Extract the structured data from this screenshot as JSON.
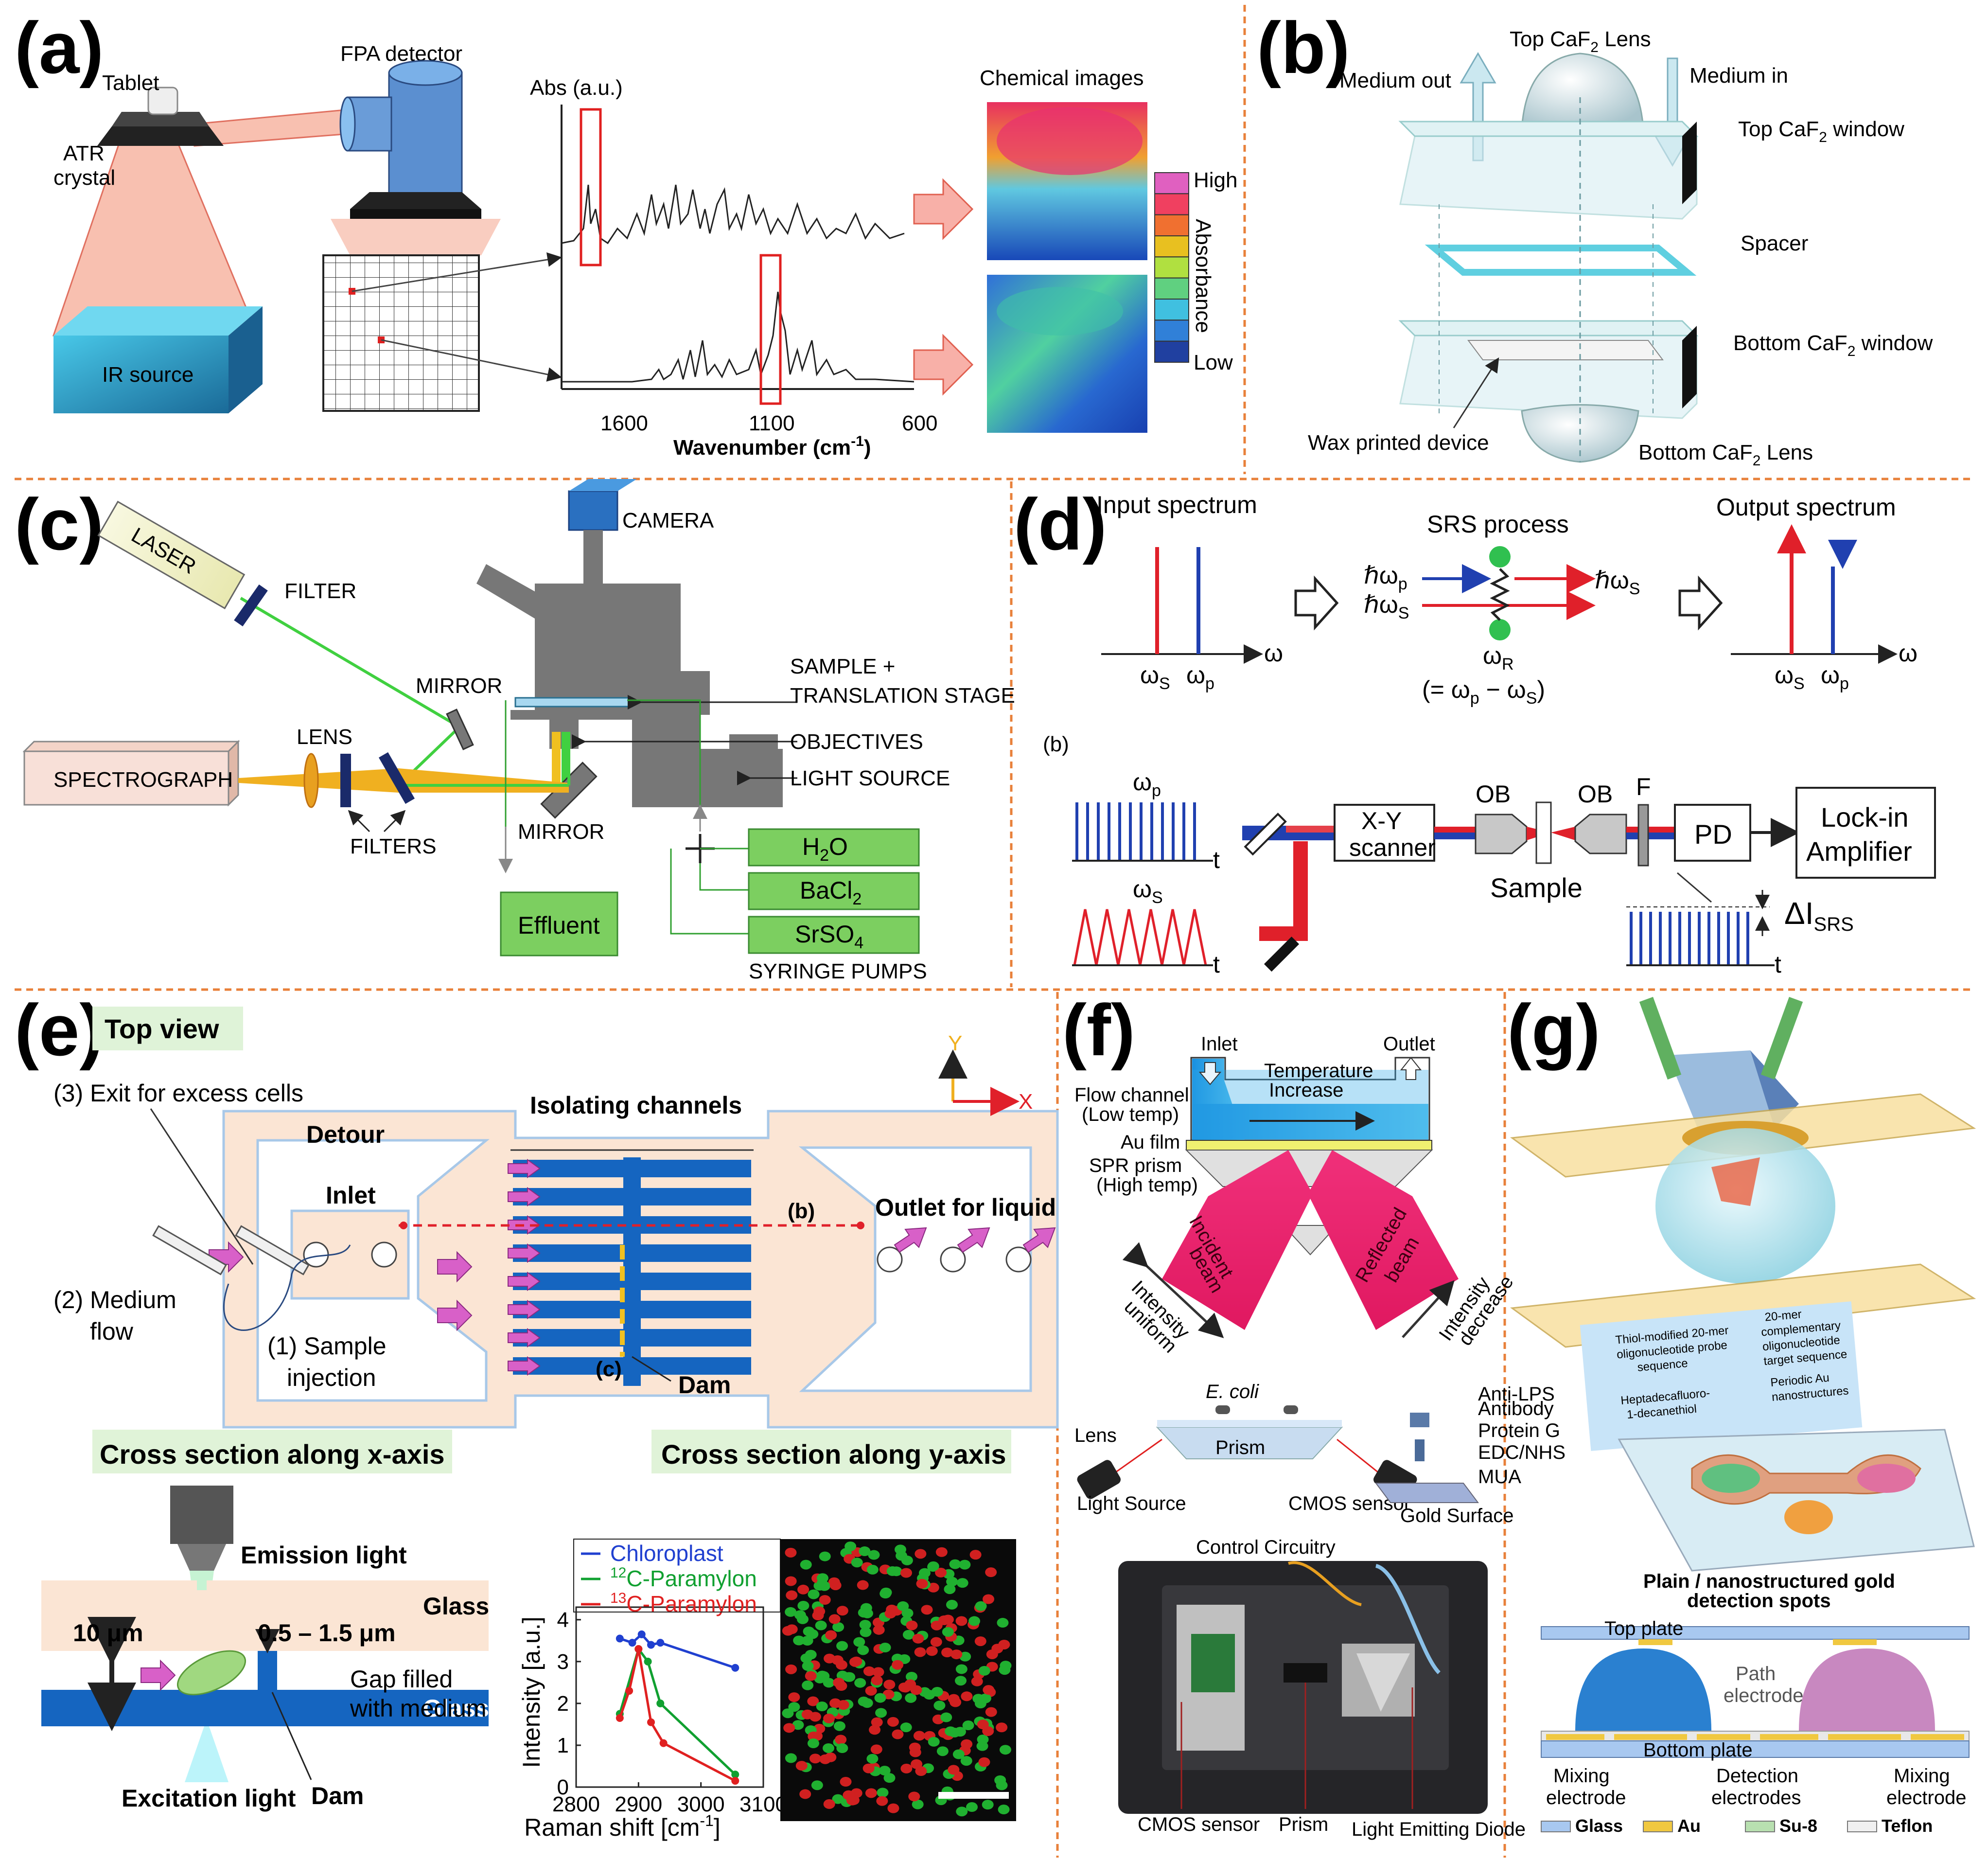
{
  "panels": {
    "a": {
      "label": "(a)",
      "tablet": "Tablet",
      "atr_line1": "ATR",
      "atr_line2": "crystal",
      "fpa": "FPA detector",
      "ir_source": "IR source",
      "abs_label": "Abs (a.u.)",
      "ticks": [
        "1600",
        "1100",
        "600"
      ],
      "xlabel": "Wavenumber (cm",
      "xlabel_sup": "-1",
      "xlabel_end": ")",
      "chem_title": "Chemical images",
      "scale_high": "High",
      "scale_low": "Low",
      "scale_mid": "Absorbance",
      "scale_colors": [
        "#e060c0",
        "#f04060",
        "#f07030",
        "#e8c020",
        "#b0e040",
        "#60d080",
        "#40c0e0",
        "#3080d8",
        "#2040a0"
      ]
    },
    "b": {
      "label": "(b)",
      "medium_out": "Medium out",
      "medium_in": "Medium in",
      "top_lens": "Top CaF",
      "top_lens_sub": "2",
      "top_lens_end": " Lens",
      "top_window": "Top CaF",
      "top_window_sub": "2",
      "top_window_end": " window",
      "spacer": "Spacer",
      "bottom_window": "Bottom CaF",
      "bottom_window_sub": "2",
      "bottom_window_end": " window",
      "wax": "Wax printed device",
      "bottom_lens": "Bottom CaF",
      "bottom_lens_sub": "2",
      "bottom_lens_end": " Lens"
    },
    "c": {
      "label": "(c)",
      "laser": "LASER",
      "filter": "FILTER",
      "camera": "CAMERA",
      "mirror_top": "MIRROR",
      "sample_1": "SAMPLE +",
      "sample_2": "TRANSLATION STAGE",
      "objectives": "OBJECTIVES",
      "light_source": "LIGHT SOURCE",
      "lens": "LENS",
      "spectrograph": "SPECTROGRAPH",
      "filters": "FILTERS",
      "mirror_bottom": "MIRROR",
      "effluent": "Effluent",
      "h2o": "H",
      "h2o_sub": "2",
      "h2o_end": "O",
      "bacl2": "BaCl",
      "bacl2_sub": "2",
      "srso4": "SrSO",
      "srso4_sub": "4",
      "syringe": "SYRINGE PUMPS"
    },
    "d": {
      "label": "(d)",
      "input": "Input spectrum",
      "process": "SRS process",
      "output": "Output spectrum",
      "ws": "ω",
      "ws_sub": "S",
      "wp": "ω",
      "wp_sub": "p",
      "w": "ω",
      "hwp": "ℏω",
      "hwp_sub": "p",
      "hws": "ℏω",
      "hws_sub": "S",
      "wr": "ω",
      "wr_sub": "R",
      "relation": "(= ω",
      "relation_p": "p",
      "relation_mid": " − ω",
      "relation_s": "S",
      "relation_end": ")",
      "sublabel": "(b)",
      "t": "t",
      "xy": "X-Y",
      "scanner": "scanner",
      "ob": "OB",
      "f": "F",
      "pd": "PD",
      "lockin1": "Lock-in",
      "lockin2": "Amplifier",
      "sample": "Sample",
      "delta": "ΔI",
      "delta_sub": "SRS"
    },
    "e": {
      "label": "(e)",
      "top_view": "Top view",
      "exit": "(3) Exit for excess cells",
      "detour": "Detour",
      "isolating": "Isolating channels",
      "inlet": "Inlet",
      "outlet": "Outlet for liquid",
      "b_mark": "(b)",
      "c_mark": "(c)",
      "medium_1": "(2) Medium",
      "medium_2": "flow",
      "sample_1": "(1) Sample",
      "sample_2": "injection",
      "dam": "Dam",
      "axis_y": "Y",
      "axis_x": "X",
      "cross_x": "Cross section along x-axis",
      "cross_y": "Cross section along y-axis",
      "emission": "Emission light",
      "glass_top": "Glass",
      "ten_um": "10 μm",
      "gap_um": "0.5 – 1.5 μm",
      "gap_1": "Gap filled",
      "gap_2": "with medium",
      "glass_bottom": "Glass",
      "excitation": "Excitation light",
      "dam2": "Dam"
    },
    "f": {
      "label": "(f)",
      "inlet": "Inlet",
      "outlet": "Outlet",
      "temp_1": "Temperature",
      "temp_2": "Increase",
      "flow_1": "Flow channel",
      "flow_2": "(Low temp)",
      "au": "Au film",
      "prism_1": "SPR prism",
      "prism_2": "(High temp)",
      "incident_1": "Incident",
      "incident_2": "beam",
      "reflected_1": "Reflected",
      "reflected_2": "beam",
      "int_unif_1": "Intensity",
      "int_unif_2": "uniform",
      "int_dec_1": "Intensity",
      "int_dec_2": "decrease",
      "ecoli": "E. coli",
      "lens": "Lens",
      "prism": "Prism",
      "light_source": "Light Source",
      "cmos": "CMOS sensor",
      "anti": "Anti-LPS",
      "antibody": "Antibody",
      "proteing": "Protein G",
      "edc": "EDC/NHS",
      "mua": "MUA",
      "gold": "Gold Surface",
      "control": "Control Circuitry",
      "cmos2": "CMOS sensor",
      "prism2": "Prism",
      "led": "Light  Emitting Diode"
    },
    "g": {
      "label": "(g)",
      "leg1_1": "Thiol-modified 20-mer",
      "leg1_2": "oligonucleotide probe",
      "leg1_3": "sequence",
      "leg2_1": "20-mer",
      "leg2_2": "complementary",
      "leg2_3": "oligonucleotide",
      "leg2_4": "target sequence",
      "leg3_1": "Heptadecafluoro-",
      "leg3_2": "1-decanethiol",
      "leg4_1": "Periodic Au",
      "leg4_2": "nanostructures",
      "spots_1": "Plain / nanostructured gold",
      "spots_2": "detection spots",
      "top_plate": "Top plate",
      "path_1": "Path",
      "path_2": "electrode",
      "bottom_plate": "Bottom plate",
      "mix_l1": "Mixing",
      "mix_l2": "electrode",
      "det_1": "Detection",
      "det_2": "electrodes",
      "mix_r1": "Mixing",
      "mix_r2": "electrode",
      "legend": [
        {
          "name": "Glass",
          "color": "#a8c8f0"
        },
        {
          "name": "Au",
          "color": "#f0c840"
        },
        {
          "name": "Su-8",
          "color": "#b8e0b0"
        },
        {
          "name": "Teflon",
          "color": "#f0f0f0"
        }
      ]
    }
  },
  "chart_data": {
    "type": "line",
    "xlabel": "Raman shift [cm",
    "xlabel_sup": "-1",
    "xlabel_end": "]",
    "ylabel": "Intensity [a.u.]",
    "xlim": [
      2800,
      3100
    ],
    "ylim": [
      0,
      4.3
    ],
    "x_ticks": [
      2800,
      2900,
      3000,
      3100
    ],
    "y_ticks": [
      0,
      1,
      2,
      3,
      4
    ],
    "legend_position": "top",
    "series": [
      {
        "name": "Chloroplast",
        "name_sup": "",
        "color": "#2040d0",
        "x": [
          2870,
          2890,
          2905,
          2920,
          2935,
          3055
        ],
        "y": [
          3.55,
          3.45,
          3.65,
          3.4,
          3.45,
          2.85
        ]
      },
      {
        "name": "C-Paramylon",
        "name_sup": "12",
        "color": "#10a030",
        "x": [
          2870,
          2900,
          2915,
          2935,
          3055
        ],
        "y": [
          1.75,
          3.3,
          3.0,
          2.0,
          0.3
        ]
      },
      {
        "name": "C-Paramylon",
        "name_sup": "13",
        "color": "#e02020",
        "x": [
          2870,
          2885,
          2900,
          2920,
          2940,
          3055
        ],
        "y": [
          1.65,
          2.3,
          3.3,
          1.55,
          1.05,
          0.15
        ]
      }
    ]
  }
}
